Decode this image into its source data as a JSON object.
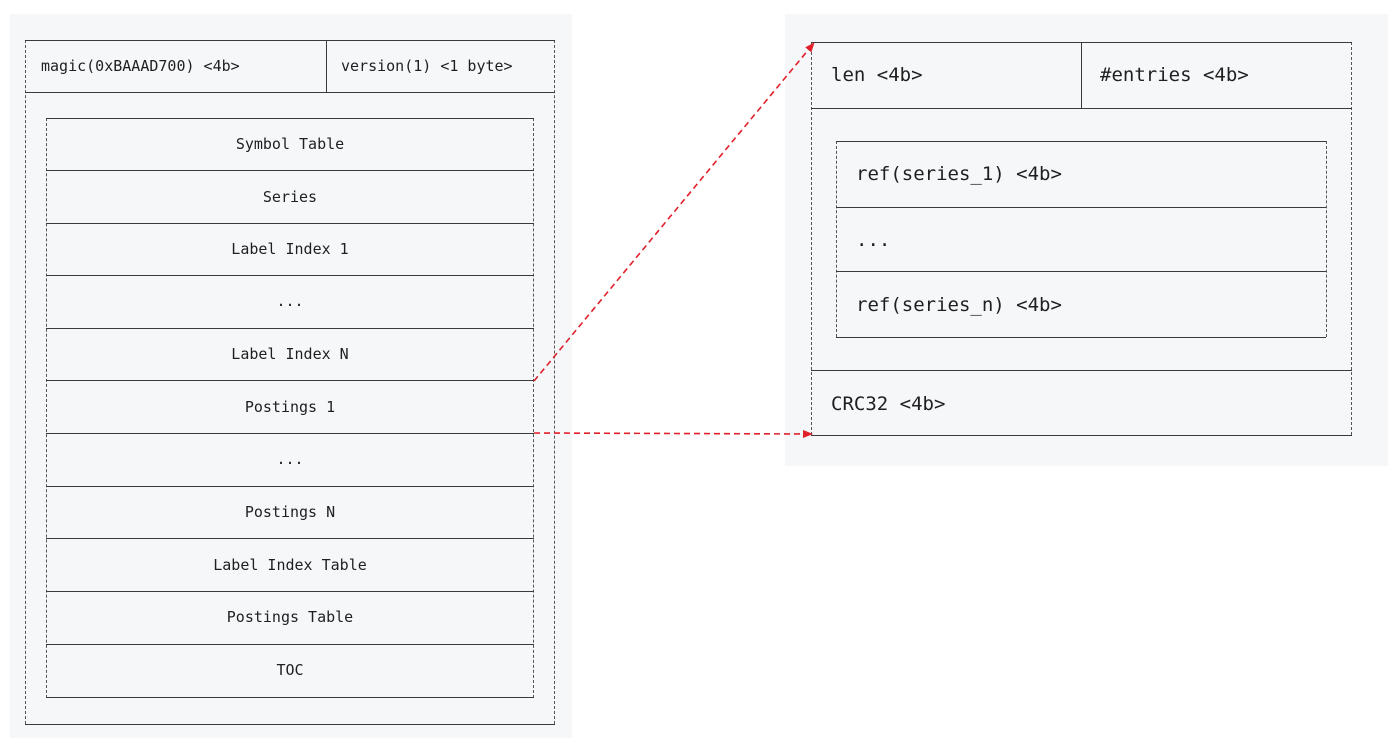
{
  "left_file": {
    "header": {
      "magic": "magic(0xBAAAD700) <4b>",
      "version": "version(1) <1 byte>"
    },
    "sections": [
      "Symbol Table",
      "Series",
      "Label Index 1",
      "...",
      "Label Index N",
      "Postings 1",
      "...",
      "Postings N",
      "Label Index Table",
      "Postings Table",
      "TOC"
    ]
  },
  "postings_detail": {
    "header": {
      "len": "len <4b>",
      "entries": "#entries <4b>"
    },
    "refs": [
      "ref(series_1) <4b>",
      "...",
      "ref(series_n) <4b>"
    ],
    "footer": "CRC32 <4b>"
  },
  "colors": {
    "arrow": "#e0202a",
    "panel_bg": "#f6f7f9",
    "line": "#3a3a3a"
  }
}
